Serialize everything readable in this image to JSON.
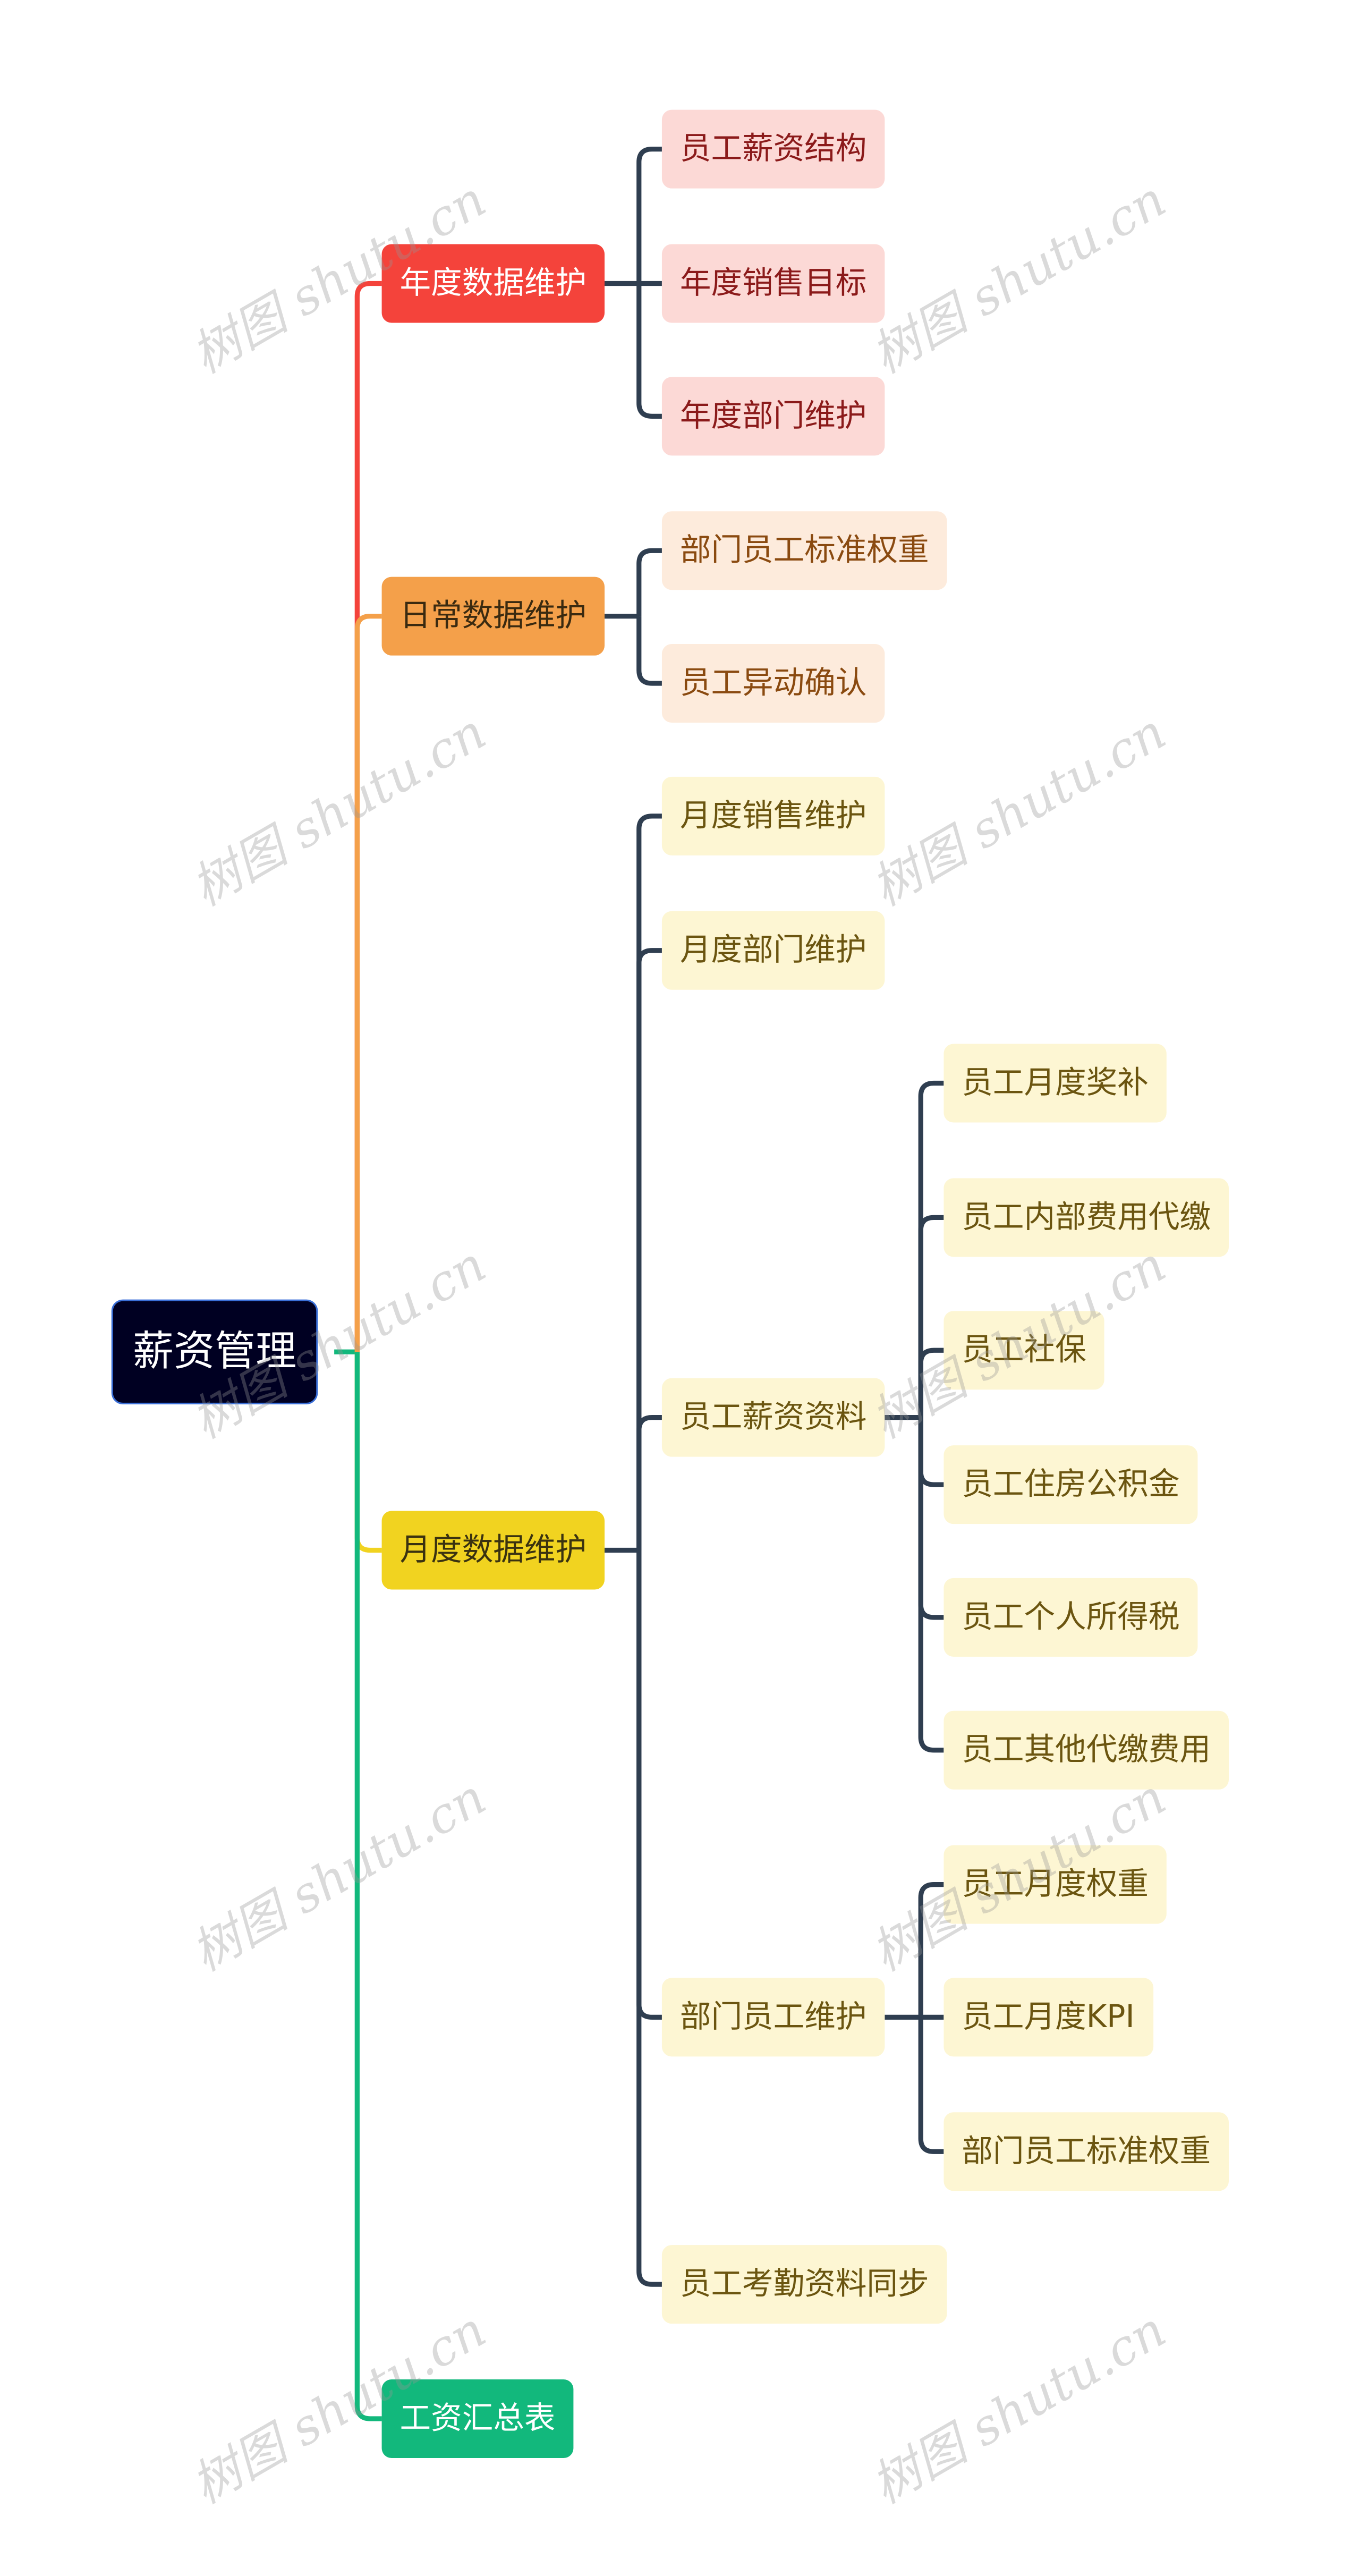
{
  "root": {
    "label": "薪资管理"
  },
  "branches": [
    {
      "label": "年度数据维护",
      "color": "#f4433b",
      "text": "#ffffff",
      "child_bg": "#fcd9d6",
      "child_text": "#8b1a1a",
      "children": [
        {
          "label": "员工薪资结构"
        },
        {
          "label": "年度销售目标"
        },
        {
          "label": "年度部门维护"
        }
      ]
    },
    {
      "label": "日常数据维护",
      "color": "#f4a04a",
      "text": "#3a2a10",
      "child_bg": "#fdebdc",
      "child_text": "#8a4a10",
      "children": [
        {
          "label": "部门员工标准权重"
        },
        {
          "label": "员工异动确认"
        }
      ]
    },
    {
      "label": "月度数据维护",
      "color": "#f1d320",
      "text": "#3a3210",
      "child_bg": "#fdf6d3",
      "child_text": "#6b5510",
      "children": [
        {
          "label": "月度销售维护"
        },
        {
          "label": "月度部门维护"
        },
        {
          "label": "员工薪资资料",
          "children": [
            {
              "label": "员工月度奖补"
            },
            {
              "label": "员工内部费用代缴"
            },
            {
              "label": "员工社保"
            },
            {
              "label": "员工住房公积金"
            },
            {
              "label": "员工个人所得税"
            },
            {
              "label": "员工其他代缴费用"
            }
          ]
        },
        {
          "label": "部门员工维护",
          "children": [
            {
              "label": "员工月度权重"
            },
            {
              "label": "员工月度KPI"
            },
            {
              "label": "部门员工标准权重"
            }
          ]
        },
        {
          "label": "员工考勤资料同步"
        }
      ]
    },
    {
      "label": "工资汇总表",
      "color": "#12b87c",
      "text": "#ffffff",
      "children": []
    }
  ],
  "connector_color": "#2f3e50",
  "watermark": "树图 shutu.cn"
}
